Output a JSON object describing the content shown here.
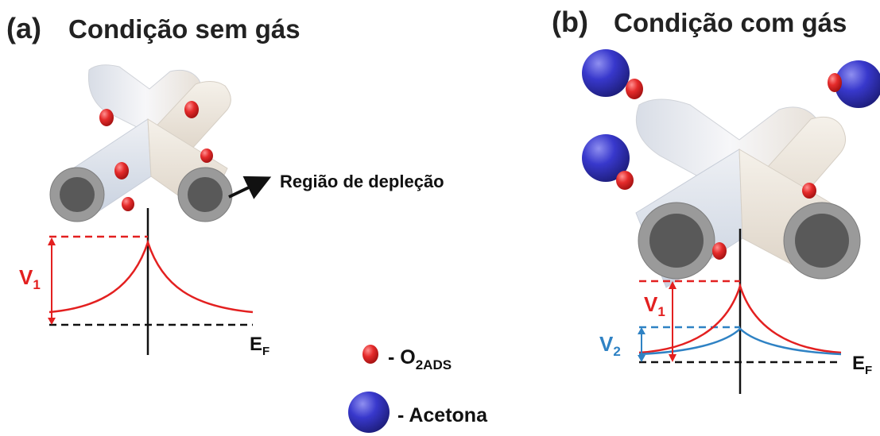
{
  "panel_a": {
    "tag": "(a)",
    "title": "Condição sem gás",
    "depletion_label": "Região de depleção",
    "v1_main": "V",
    "v1_sub": "1",
    "ef_main": "E",
    "ef_sub": "F"
  },
  "panel_b": {
    "tag": "(b)",
    "title": "Condição com gás",
    "v1_main": "V",
    "v1_sub": "1",
    "v2_main": "V",
    "v2_sub": "2",
    "ef_main": "E",
    "ef_sub": "F"
  },
  "legend": {
    "o2_prefix": "- O",
    "o2_sub": "2ADS",
    "acetone": "- Acetona"
  },
  "colors": {
    "red": "#e32020",
    "blue": "#2f82c4",
    "black": "#111111",
    "oxygen": "#e52b2b",
    "acetone": "#3434c8",
    "tube": "#eeeef0",
    "tube_end_outer": "#9a9a9a",
    "tube_end_inner": "#595959"
  }
}
